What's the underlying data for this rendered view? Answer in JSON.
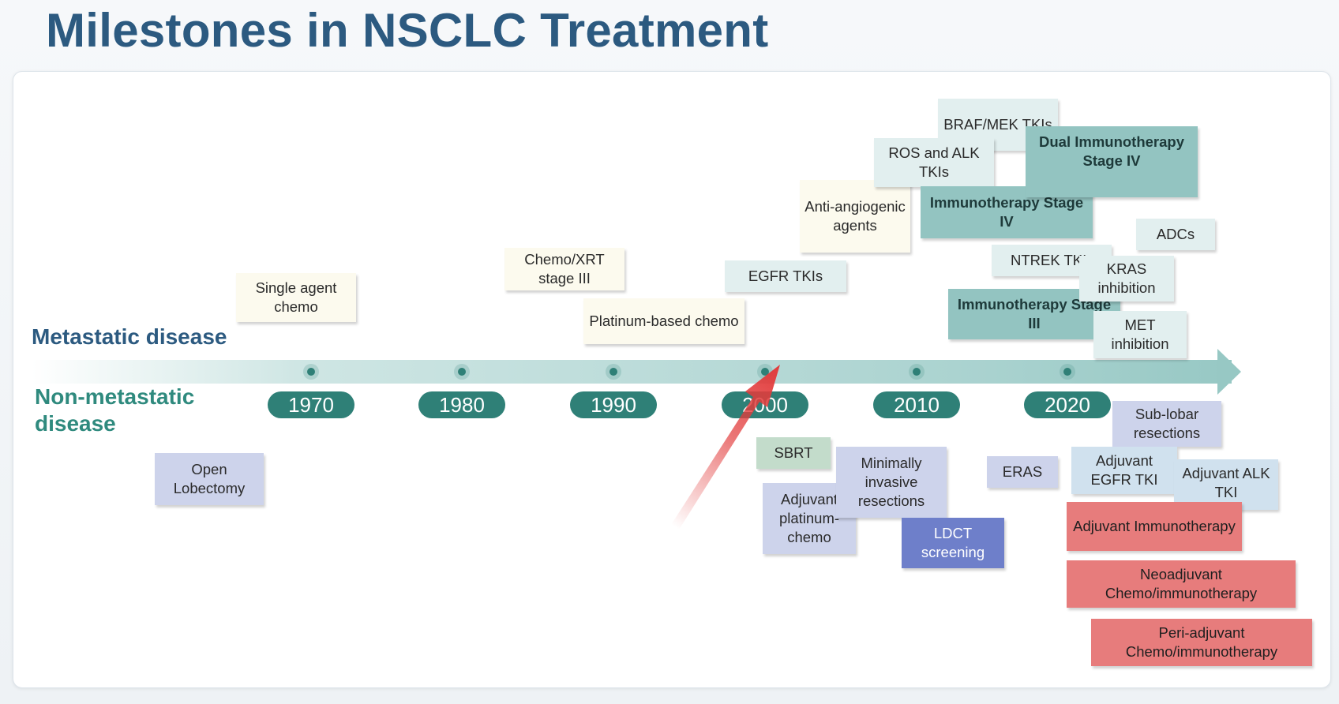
{
  "title": "Milestones in NSCLC Treatment",
  "labels": {
    "metastatic": "Metastatic disease",
    "non_metastatic": "Non-metastatic disease"
  },
  "years": [
    "1970",
    "1980",
    "1990",
    "2000",
    "2010",
    "2020"
  ],
  "metastatic_milestones": [
    "Single agent chemo",
    "Chemo/XRT stage III",
    "Platinum-based chemo",
    "EGFR TKIs",
    "Anti-angiogenic agents",
    "BRAF/MEK TKIs",
    "ROS and ALK TKIs",
    "Immunotherapy Stage IV",
    "Dual Immunotherapy Stage IV",
    "ADCs",
    "NTREK TKI",
    "KRAS inhibition",
    "Immunotherapy Stage III",
    "MET inhibition"
  ],
  "non_metastatic_milestones": [
    "Open Lobectomy",
    "SBRT",
    "Adjuvant platinum-chemo",
    "Minimally invasive resections",
    "LDCT screening",
    "ERAS",
    "Sub-lobar resections",
    "Adjuvant EGFR TKI",
    "Adjuvant ALK TKI",
    "Adjuvant Immunotherapy",
    "Neoadjuvant Chemo/immunotherapy",
    "Peri-adjuvant Chemo/immunotherapy"
  ],
  "colors": {
    "title": "#2c5a80",
    "metastatic_label": "#2c5a80",
    "non_metastatic_label": "#2f8a7e",
    "year_pill": "#2f8077",
    "cream": "#fcfaee",
    "pale_teal": "#e2efef",
    "teal": "#93c4c1",
    "lavender": "#cdd3eb",
    "light_blue": "#d0e1ee",
    "green": "#c3dccb",
    "blue": "#6e7fca",
    "red": "#e77c7c",
    "pointer_arrow": "#e23b3b"
  }
}
